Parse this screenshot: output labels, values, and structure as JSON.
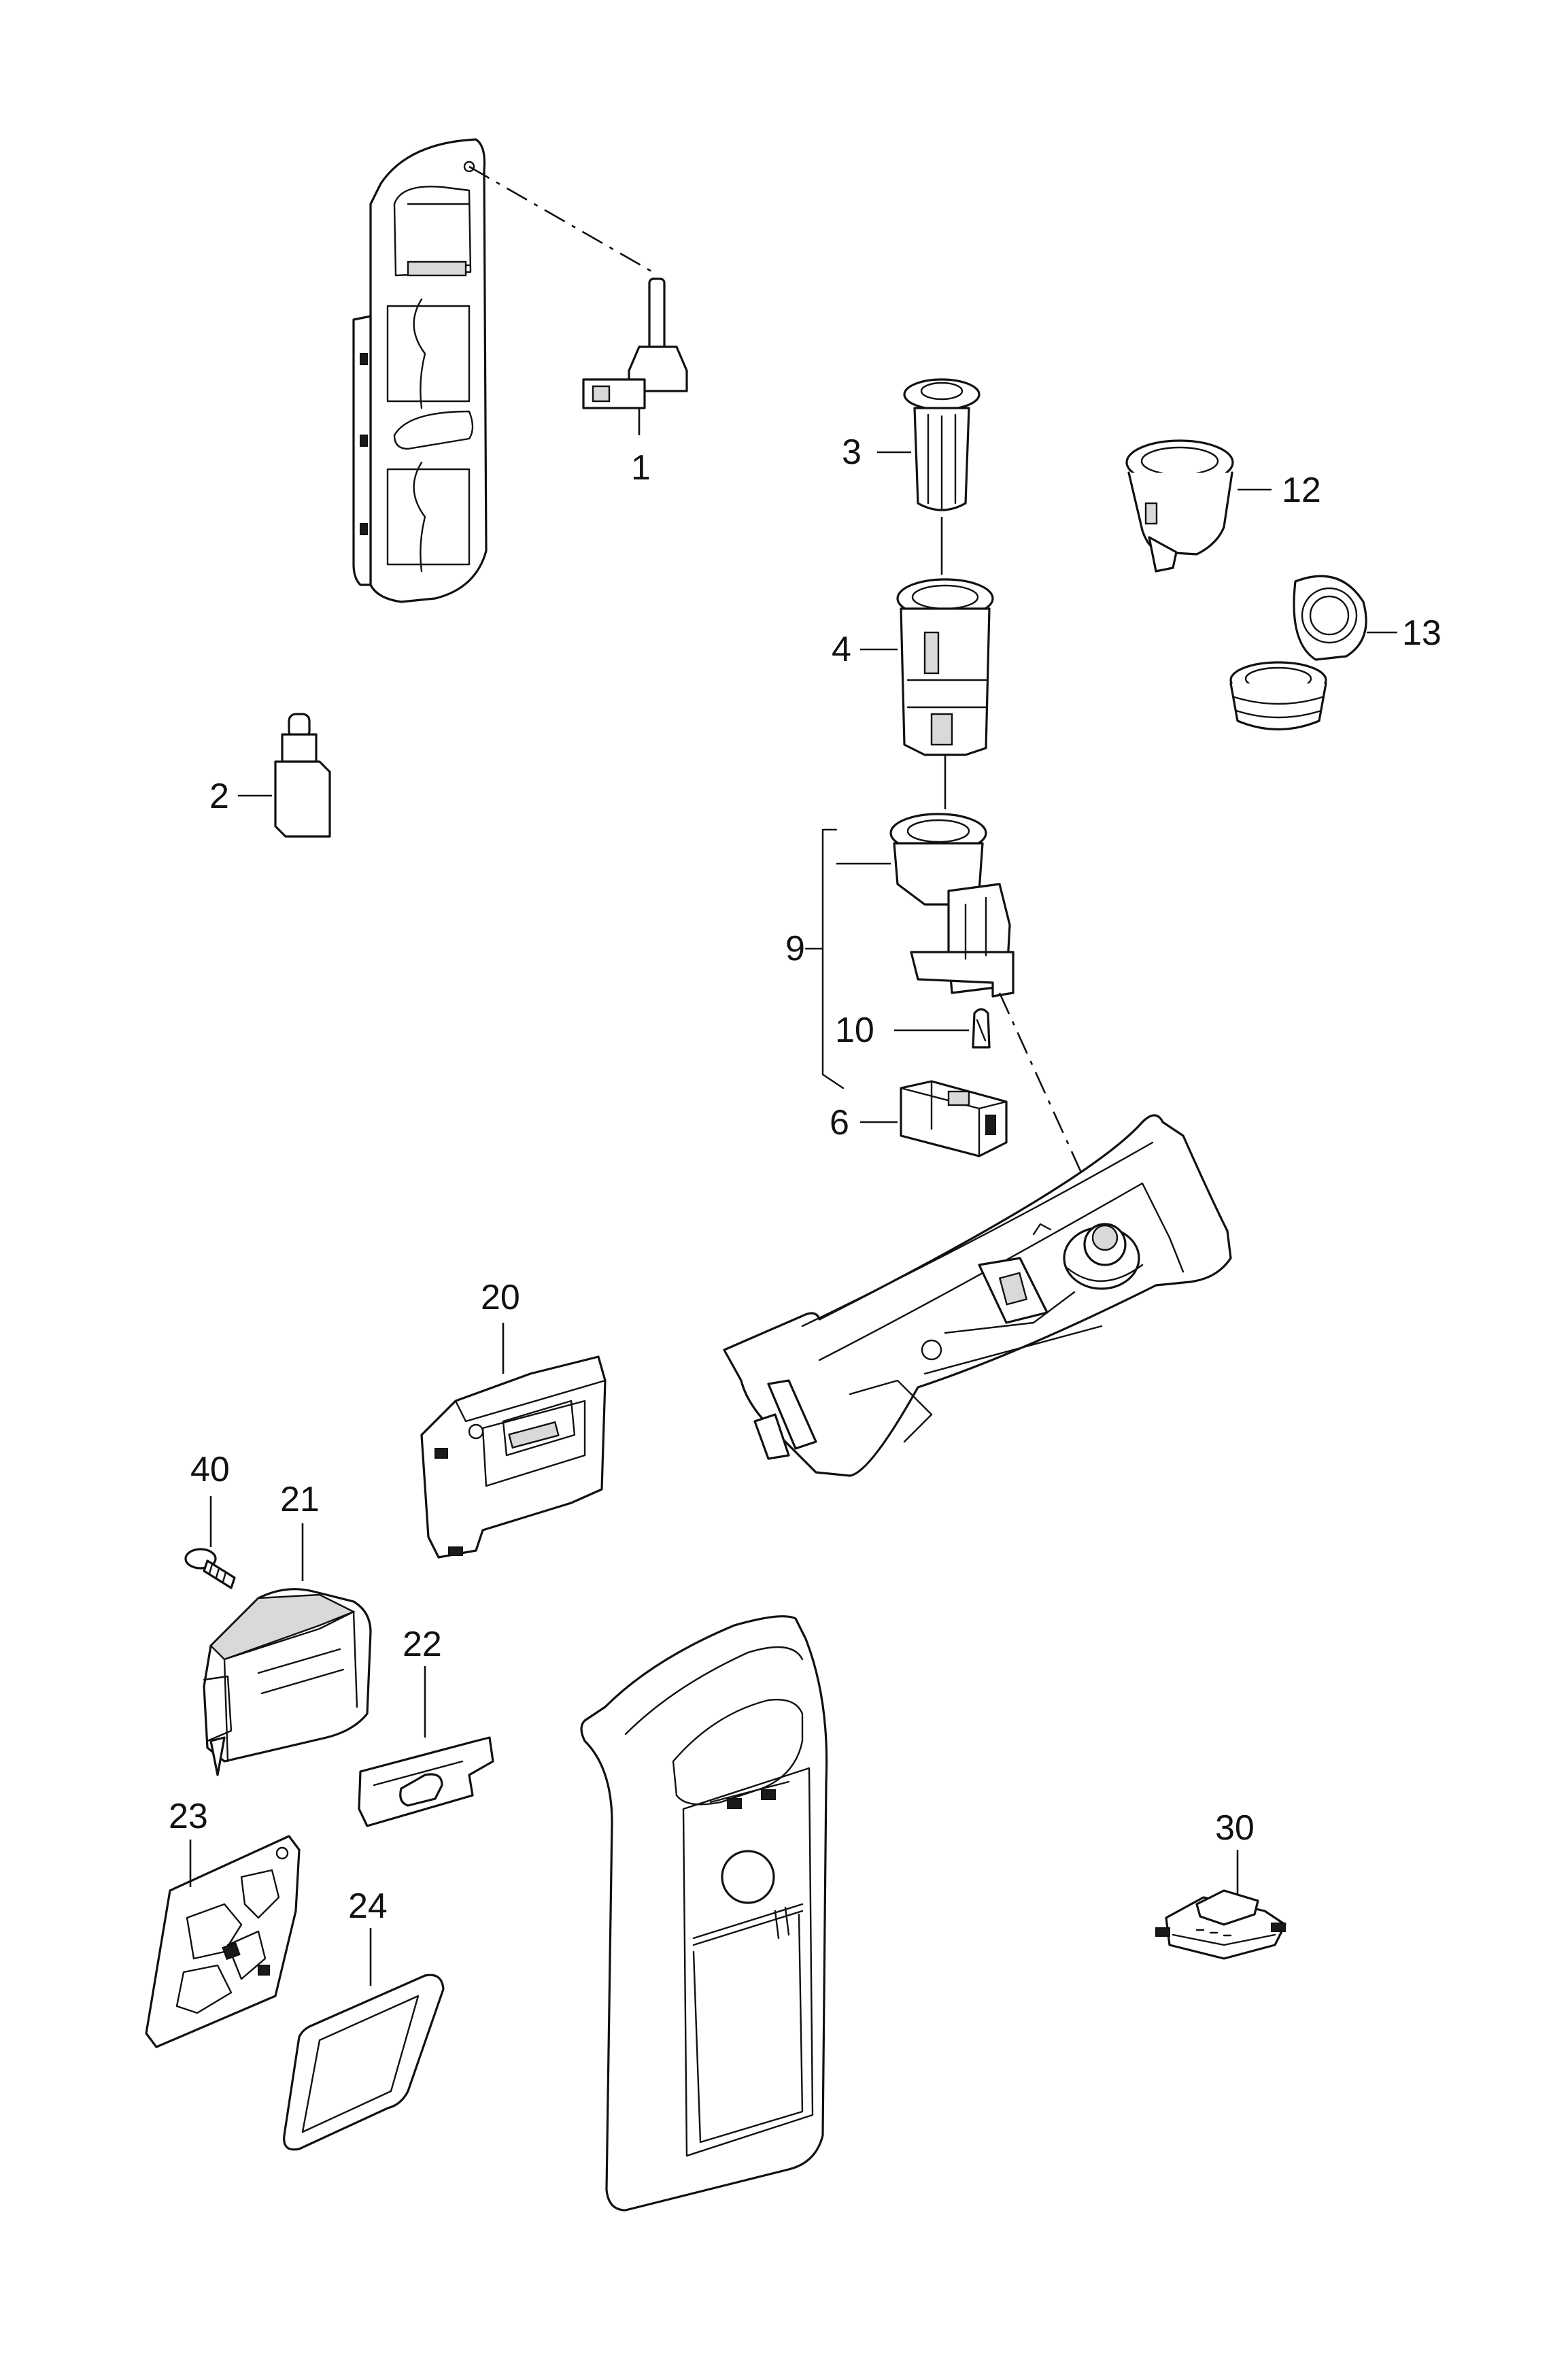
{
  "diagram": {
    "callouts": {
      "c1": "1",
      "c2": "2",
      "c3": "3",
      "c4": "4",
      "c6": "6",
      "c9": "9",
      "c10": "10",
      "c12": "12",
      "c13": "13",
      "c20": "20",
      "c21": "21",
      "c22": "22",
      "c23": "23",
      "c24": "24",
      "c30": "30",
      "c40": "40"
    }
  }
}
